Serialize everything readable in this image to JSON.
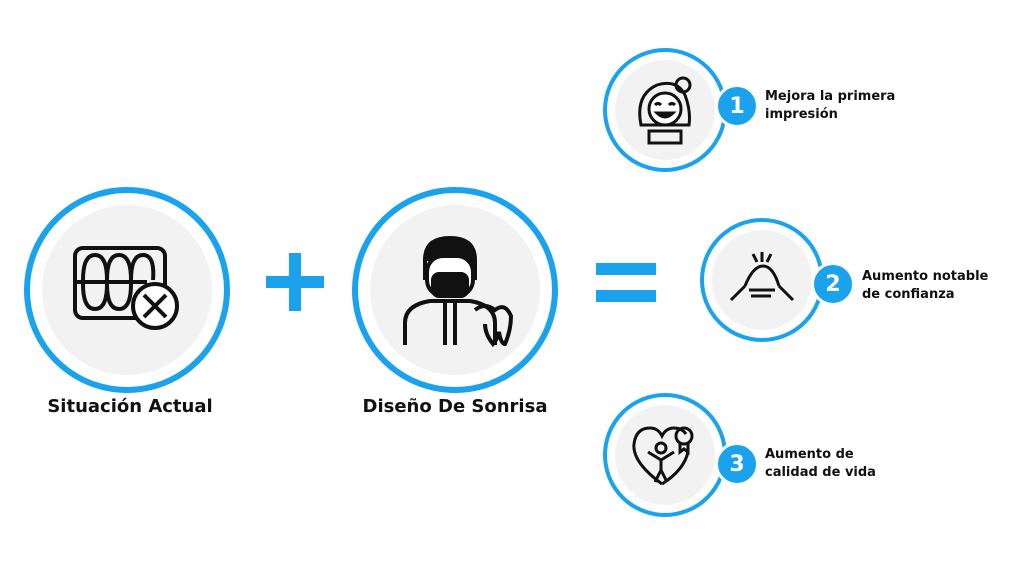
{
  "colors": {
    "accent": "#1aa3ec",
    "circle_fill": "#f2f2f2"
  },
  "left": {
    "label": "Situación Actual",
    "icon": "broken-teeth-x-icon"
  },
  "middle": {
    "label": "Diseño De Sonrisa",
    "icon": "dentist-tooth-icon"
  },
  "operators": {
    "plus": "+",
    "equals": "="
  },
  "benefits": [
    {
      "number": "1",
      "line1": "Mejora la primera",
      "line2": "impresión",
      "icon": "smiling-woman-icon"
    },
    {
      "number": "2",
      "line1": "Aumento notable",
      "line2": "de confianza",
      "icon": "handshake-icon"
    },
    {
      "number": "3",
      "line1": "Aumento de",
      "line2": "calidad de vida",
      "icon": "heart-person-icon"
    }
  ]
}
